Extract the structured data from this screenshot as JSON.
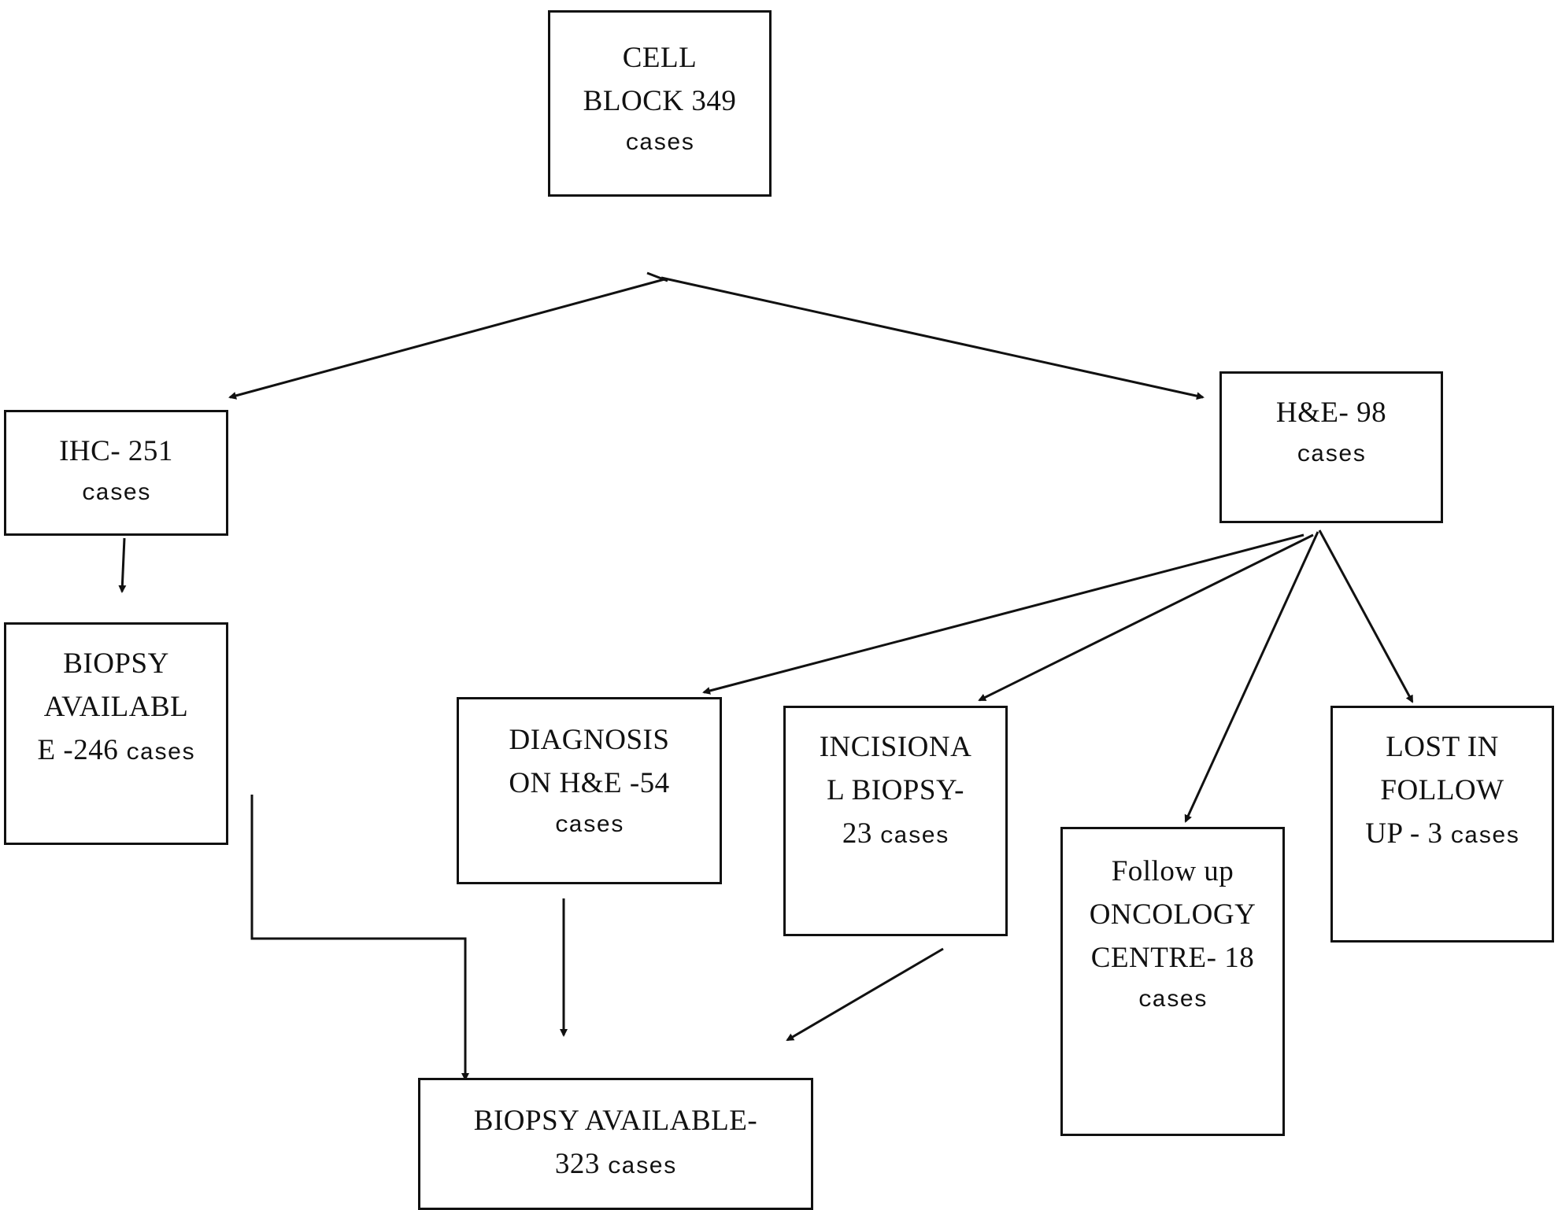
{
  "diagram": {
    "type": "flowchart",
    "nodes": {
      "cell_block": {
        "lines": [
          "CELL",
          "BLOCK 349"
        ],
        "suffix": "cases"
      },
      "ihc": {
        "lines": [
          "IHC- 251"
        ],
        "suffix": "cases"
      },
      "he": {
        "lines": [
          "H&E- 98"
        ],
        "suffix": "cases"
      },
      "biopsy_available_ihc": {
        "lines": [
          "BIOPSY",
          "AVAILABL"
        ],
        "last_prefix": "E -246 ",
        "suffix": "cases"
      },
      "diagnosis_he": {
        "lines": [
          "DIAGNOSIS",
          "ON H&E -54"
        ],
        "suffix": "cases"
      },
      "incisional_biopsy": {
        "lines": [
          "INCISIONA",
          "L BIOPSY-"
        ],
        "last_prefix": "23 ",
        "suffix": "cases"
      },
      "oncology_followup": {
        "lines": [
          "Follow up",
          "ONCOLOGY",
          "CENTRE- 18"
        ],
        "suffix": "cases"
      },
      "lost_followup": {
        "lines": [
          "LOST IN",
          "FOLLOW"
        ],
        "last_prefix": "UP - 3 ",
        "suffix": "cases"
      },
      "biopsy_available_total": {
        "lines": [
          "BIOPSY AVAILABLE-"
        ],
        "last_prefix": "323 ",
        "suffix": "cases"
      }
    },
    "edges": [
      {
        "from": "cell_block",
        "to": "ihc"
      },
      {
        "from": "cell_block",
        "to": "he"
      },
      {
        "from": "ihc",
        "to": "biopsy_available_ihc"
      },
      {
        "from": "he",
        "to": "diagnosis_he"
      },
      {
        "from": "he",
        "to": "incisional_biopsy"
      },
      {
        "from": "he",
        "to": "oncology_followup"
      },
      {
        "from": "he",
        "to": "lost_followup"
      },
      {
        "from": "biopsy_available_ihc",
        "to": "biopsy_available_total"
      },
      {
        "from": "diagnosis_he",
        "to": "biopsy_available_total"
      },
      {
        "from": "incisional_biopsy",
        "to": "biopsy_available_total"
      }
    ],
    "colors": {
      "stroke": "#111111",
      "background": "#ffffff"
    }
  }
}
